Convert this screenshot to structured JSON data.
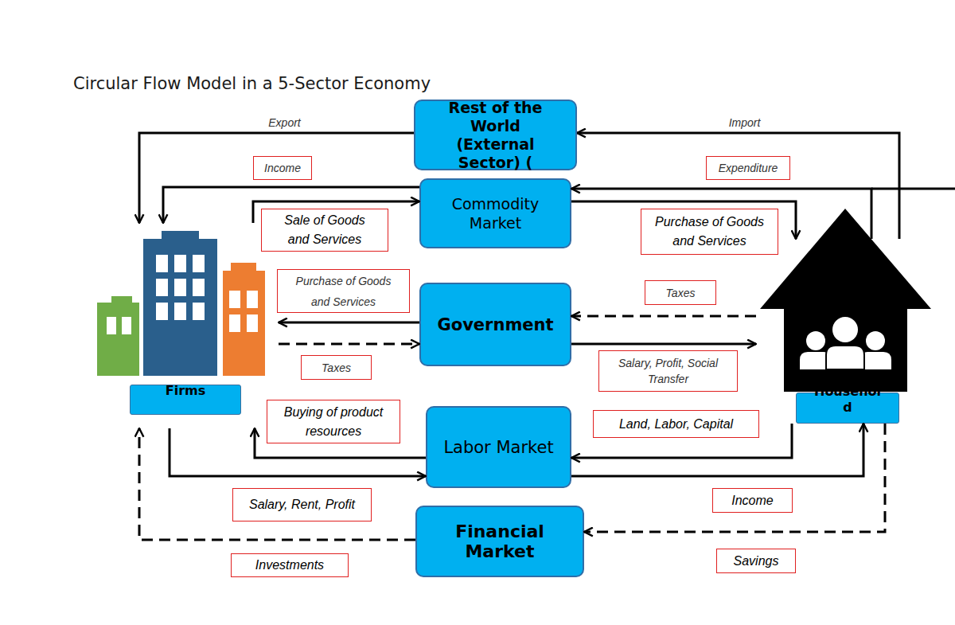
{
  "diagram": {
    "title": "Circular Flow Model in a 5-Sector Economy",
    "nodes": [
      {
        "text": [
          "Rest of the World (External Sector) ("
        ]
      },
      {
        "text": [
          "Commodity Market"
        ]
      },
      {
        "text": [
          "Government"
        ]
      },
      {
        "text": [
          "Labor Market"
        ]
      },
      {
        "text": [
          "Financial Market"
        ]
      },
      {
        "text": [
          "Firms"
        ]
      },
      {
        "text": [
          "Househol d"
        ]
      }
    ],
    "edges": [
      {
        "from": 0,
        "to": 5,
        "arrow": "to",
        "label": "Export"
      },
      {
        "from": 6,
        "to": 0,
        "arrow": "to",
        "label": "Import"
      },
      {
        "from": 1,
        "to": 5,
        "arrow": "to",
        "label": "Income"
      },
      {
        "from": 5,
        "to": 1,
        "arrow": "to",
        "label": "Sale of Goods and Services"
      },
      {
        "from": 6,
        "to": 1,
        "arrow": "to",
        "label": "Expenditure"
      },
      {
        "from": 1,
        "to": 6,
        "arrow": "to",
        "label": "Purchase of Goods and Services"
      },
      {
        "from": 2,
        "to": 5,
        "arrow": "to",
        "label": "Purchase of Goods and Services"
      },
      {
        "from": 5,
        "to": 2,
        "arrow": "to",
        "label": "Taxes"
      },
      {
        "from": 6,
        "to": 2,
        "arrow": "to",
        "label": "Taxes"
      },
      {
        "from": 2,
        "to": 6,
        "arrow": "to",
        "label": "Salary, Profit, Social Transfer"
      },
      {
        "from": 3,
        "to": 5,
        "arrow": "to",
        "label": "Buying of product resources"
      },
      {
        "from": 5,
        "to": 3,
        "arrow": "to",
        "label": "Salary, Rent, Profit"
      },
      {
        "from": 6,
        "to": 3,
        "arrow": "to",
        "label": "Land, Labor, Capital"
      },
      {
        "from": 3,
        "to": 6,
        "arrow": "to",
        "label": "Income"
      },
      {
        "from": 6,
        "to": 4,
        "arrow": "to",
        "label": "Savings"
      },
      {
        "from": 4,
        "to": 5,
        "arrow": "to",
        "label": "Investments"
      }
    ]
  }
}
